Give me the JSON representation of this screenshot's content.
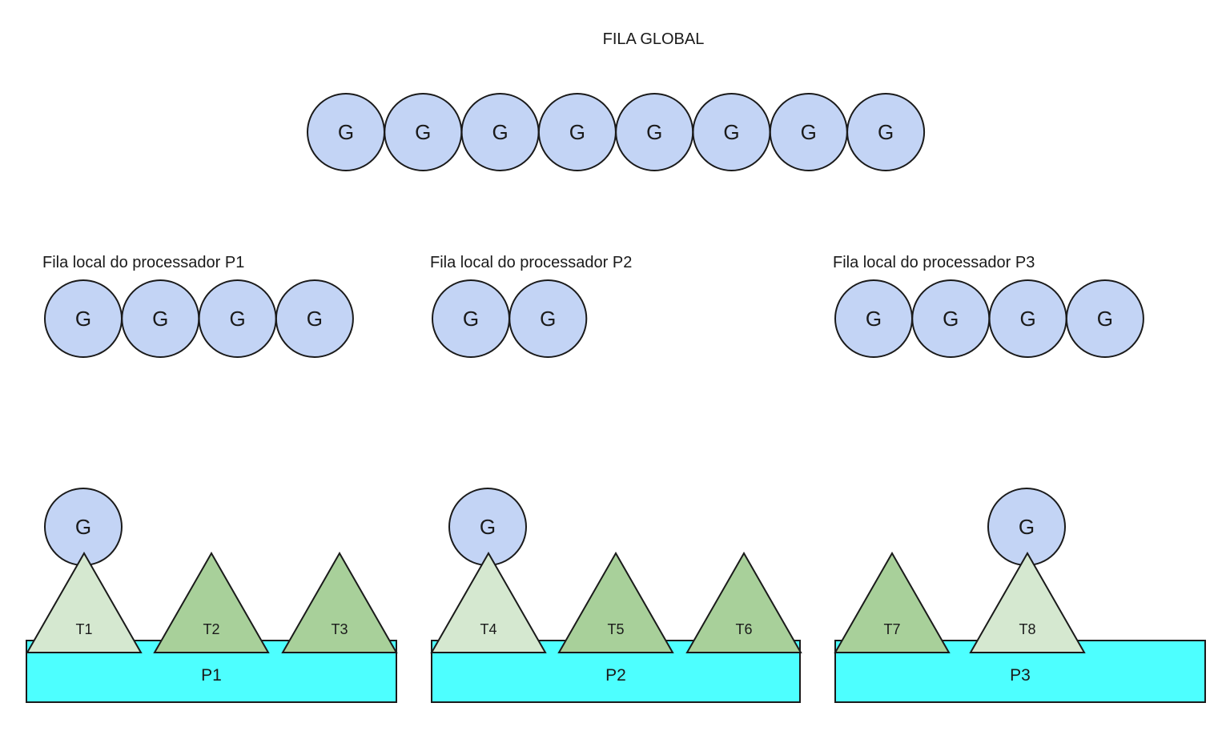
{
  "global_queue": {
    "title": "FILA GLOBAL",
    "goroutines": [
      "G",
      "G",
      "G",
      "G",
      "G",
      "G",
      "G",
      "G"
    ]
  },
  "local_queues": [
    {
      "label": "Fila local do processador P1",
      "goroutines": [
        "G",
        "G",
        "G",
        "G"
      ]
    },
    {
      "label": "Fila local do processador P2",
      "goroutines": [
        "G",
        "G"
      ]
    },
    {
      "label": "Fila local do processador P3",
      "goroutines": [
        "G",
        "G",
        "G",
        "G"
      ]
    }
  ],
  "processors": [
    {
      "label": "P1",
      "threads": [
        {
          "label": "T1",
          "active": true,
          "goroutine": "G"
        },
        {
          "label": "T2",
          "active": false
        },
        {
          "label": "T3",
          "active": false
        }
      ]
    },
    {
      "label": "P2",
      "threads": [
        {
          "label": "T4",
          "active": true,
          "goroutine": "G"
        },
        {
          "label": "T5",
          "active": false
        },
        {
          "label": "T6",
          "active": false
        }
      ]
    },
    {
      "label": "P3",
      "threads": [
        {
          "label": "T7",
          "active": false
        },
        {
          "label": "T8",
          "active": true,
          "goroutine": "G"
        }
      ]
    }
  ],
  "colors": {
    "goroutine_fill": "#c3d4f5",
    "thread_active_fill": "#d5e8d0",
    "thread_idle_fill": "#a8d09a",
    "processor_fill": "#4dffff",
    "stroke": "#1a1a1a"
  }
}
